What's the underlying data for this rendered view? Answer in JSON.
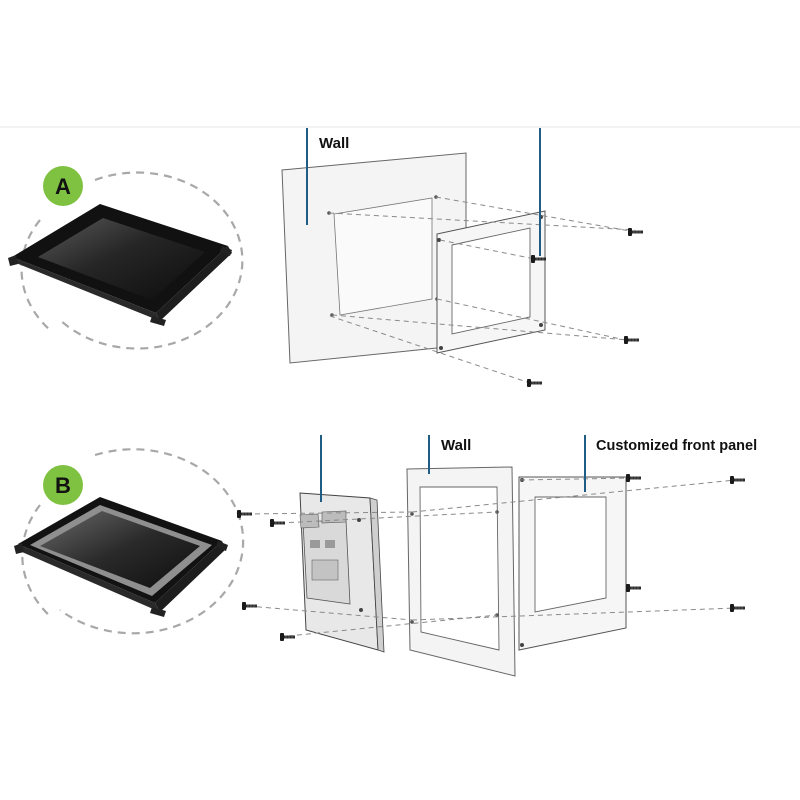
{
  "colors": {
    "badge": "#7fc241",
    "callout": "#1f5d86",
    "panel": "#f3f3f3",
    "outline": "#555555",
    "dash": "#8a8a8a",
    "monitor": "#1c1c1c"
  },
  "variant_a": {
    "badge": "A",
    "wall_label": "Wall"
  },
  "variant_b": {
    "badge": "B",
    "wall_label": "Wall",
    "panel_label": "Customized front panel"
  },
  "icons": [
    "screw-icon",
    "monitor-icon"
  ]
}
